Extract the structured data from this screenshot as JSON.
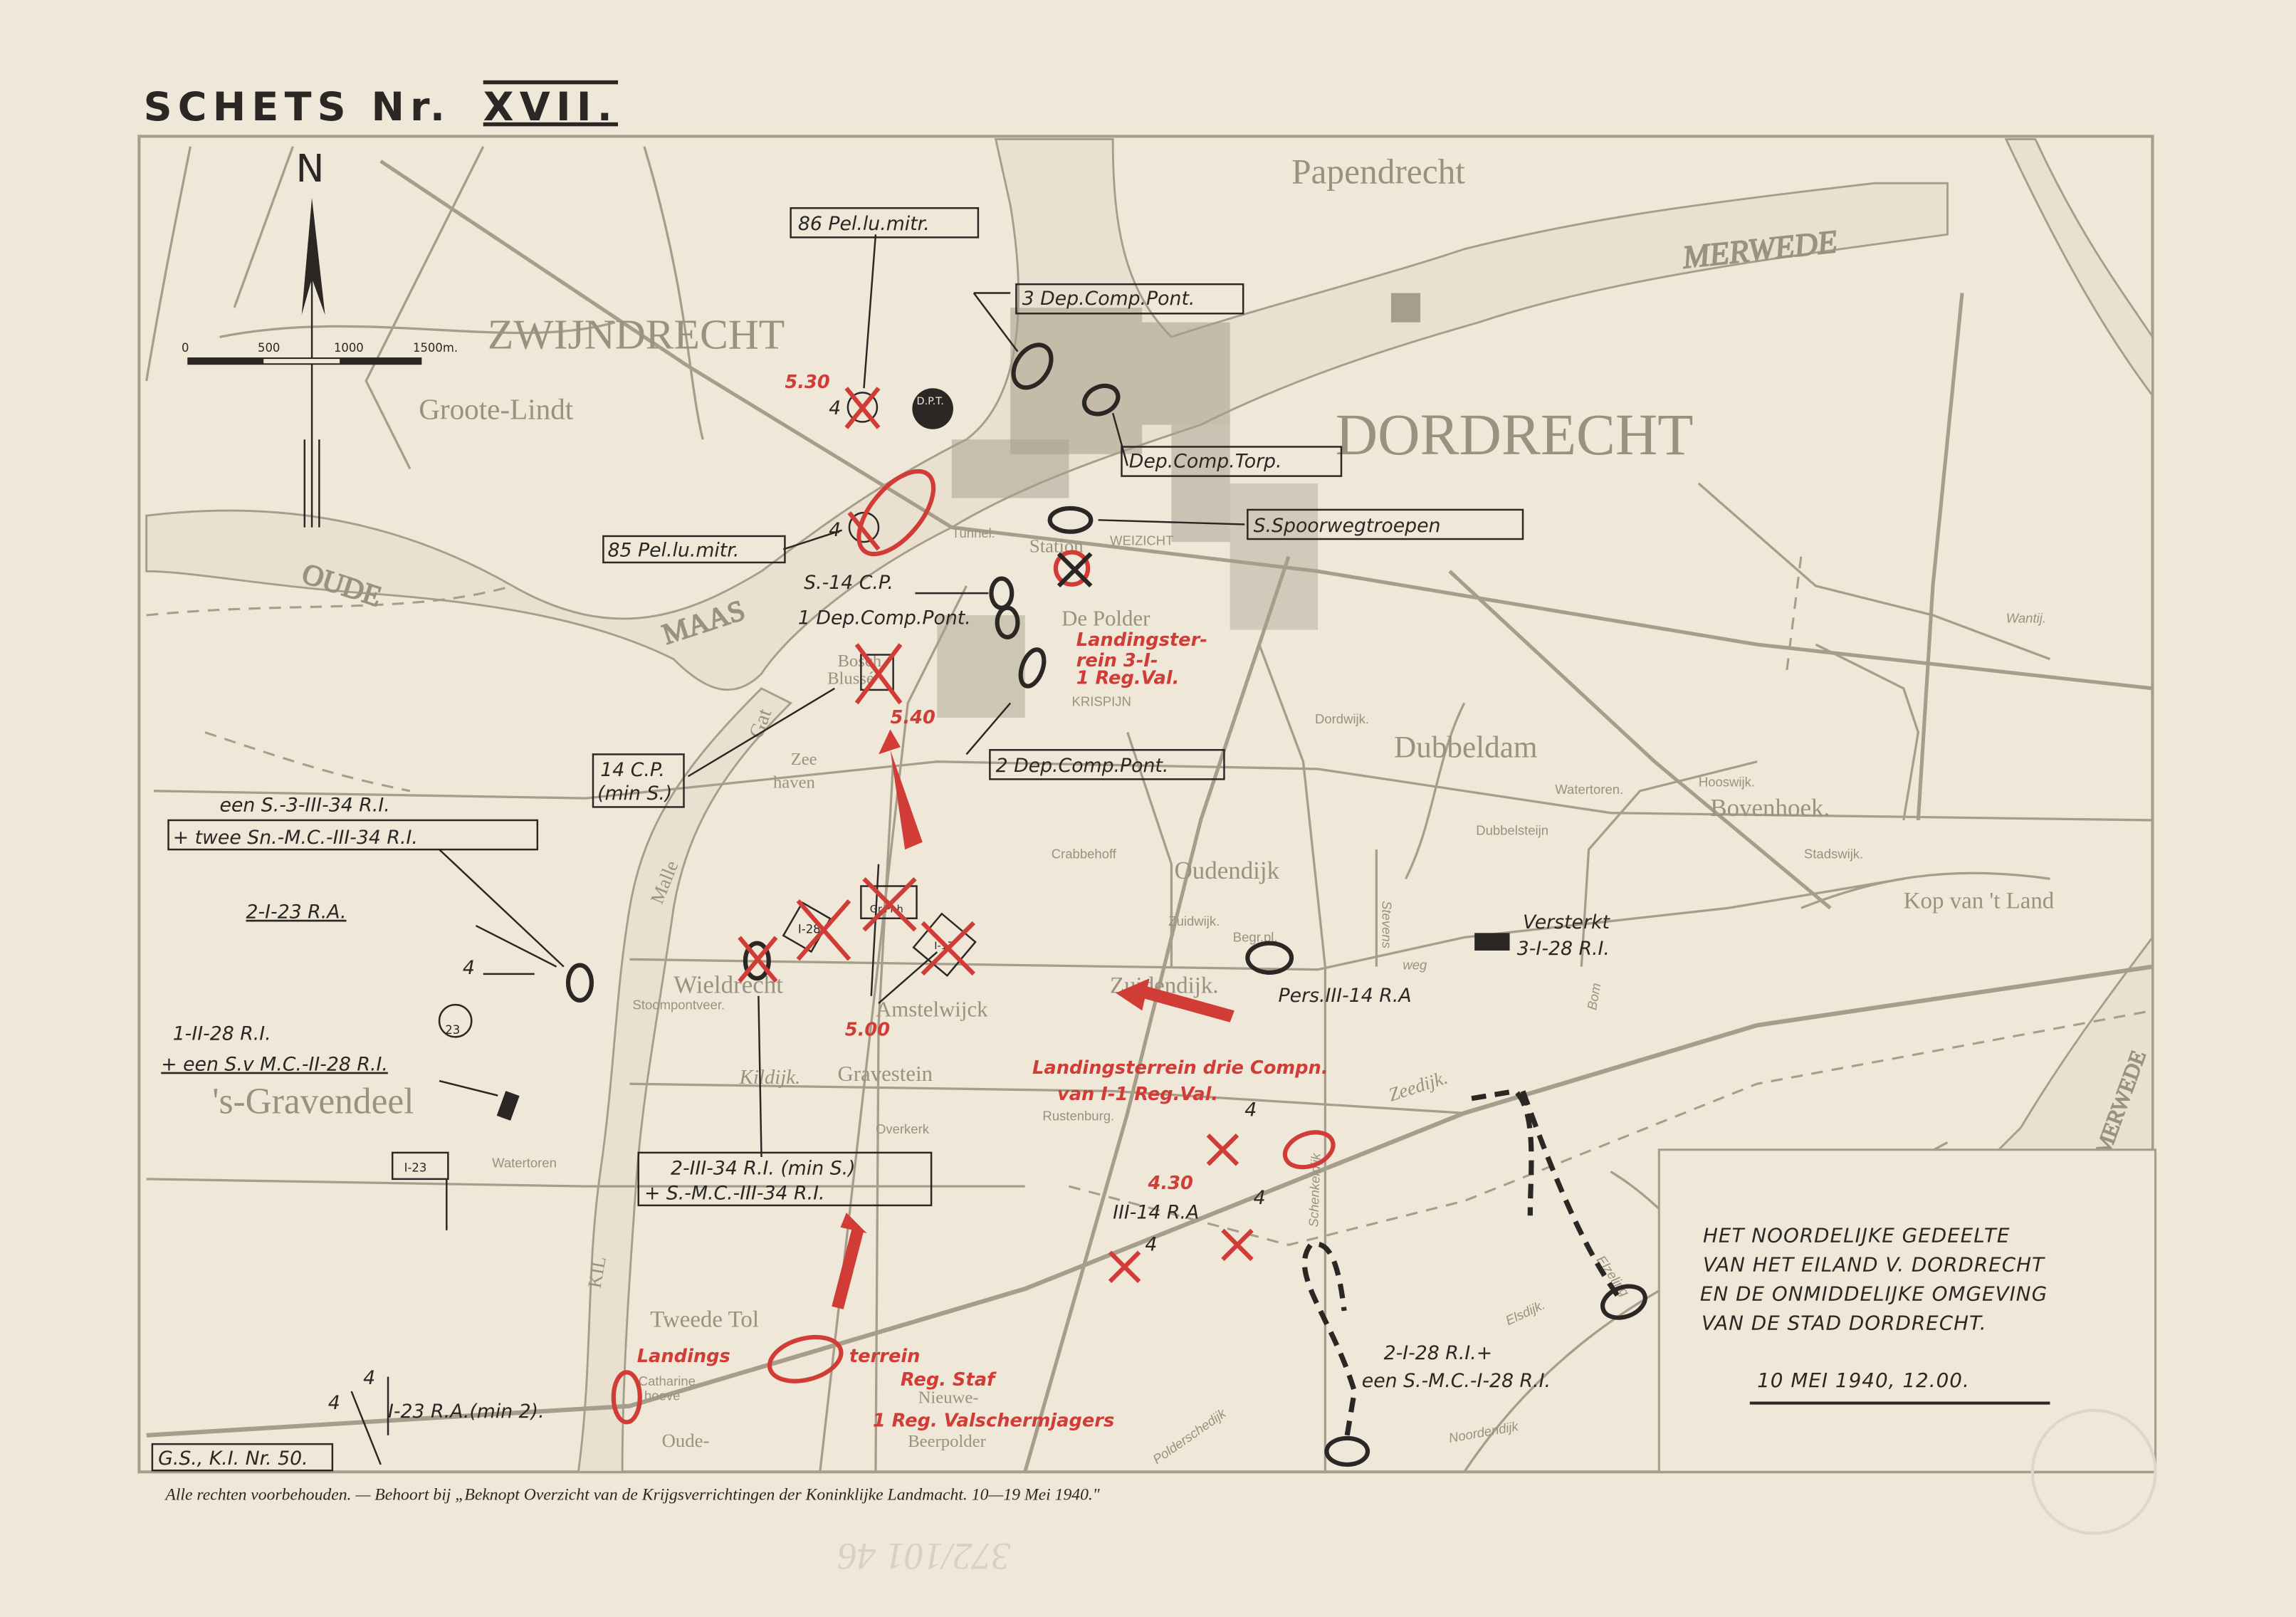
{
  "header": {
    "title": "SCHETS Nr.",
    "number": "XVII."
  },
  "compass": {
    "north": "N"
  },
  "scale": {
    "ticks": [
      "0",
      "500",
      "1000",
      "1500m."
    ]
  },
  "places": {
    "papendrecht": "Papendrecht",
    "merwede_top": "MERWEDE",
    "zwijndrecht": "ZWIJNDRECHT",
    "groote_lindt": "Groote-Lindt",
    "dordrecht": "DORDRECHT",
    "oude": "OUDE",
    "maas": "MAAS",
    "gat": "Gat",
    "tunnel": "Tunnel.",
    "station": "Station",
    "weizicht": "WEIZICHT",
    "de_polder": "De Polder",
    "bosch": "Bosch",
    "blusse": "Blussé",
    "krispijn": "KRISPIJN",
    "zee": "Zee",
    "haven": "haven",
    "dordwijk": "Dordwijk.",
    "dubbeldam": "Dubbeldam",
    "watertoren_e": "Watertoren.",
    "hooswijk": "Hooswijk.",
    "bovenhoek": "Bovenhoek.",
    "dubbelsteijn": "Dubbelsteijn",
    "stadswijk": "Stadswijk.",
    "kop_van_t_land": "Kop van 't Land",
    "wantij": "Wantij.",
    "crabbehoff": "Crabbehoff",
    "oudendijk": "Oudendijk",
    "zuidwijk": "Zuidwijk.",
    "begrpl": "Begr.pl.",
    "stevens": "Stevens",
    "weg": "weg",
    "bom": "Bom",
    "zuidendijk": "Zuidendijk.",
    "wieldrecht": "Wieldrecht",
    "stoompontveer": "Stoompontveer.",
    "amstelwijck": "Amstelwijck",
    "kildijk": "Kildijk.",
    "gravestein": "Gravestein",
    "overkerk": "Overkerk",
    "rustenburg": "Rustenburg.",
    "s_gravendeel": "'s-Gravendeel",
    "watertoren_w": "Watertoren",
    "zeedijk": "Zeedijk.",
    "scheldeldijk": "Schenkeldijk",
    "tweede_tol": "Tweede Tol",
    "catharine": "Catharine",
    "hoeve": "hoeve",
    "nieuwe": "Nieuwe-",
    "beerpolder": "Beerpolder",
    "oude_w": "Oude-",
    "malle": "Malle",
    "kil": "KIL",
    "elsdijk": "Elsdijk.",
    "elzeling": "Elzeling",
    "noordendijk": "Noordendijk",
    "polderschedijk": "Polderschedijk",
    "merwede_right": "MERWEDE"
  },
  "units": {
    "pel86": "86 Pel.lu.mitr.",
    "dep3": "3 Dep.Comp.Pont.",
    "dpt": "D.P.T.",
    "torp": "Dep.Comp.Torp.",
    "spoor": "S.Spoorwegtroepen",
    "pel85": "85 Pel.lu.mitr.",
    "s14cp": "S.-14 C.P.",
    "dep1": "1 Dep.Comp.Pont.",
    "cp14_a": "14 C.P.",
    "cp14_b": "(min S.)",
    "dep2": "2 Dep.Comp.Pont.",
    "een_s3_a": "een S.-3-III-34 R.I.",
    "een_s3_b": "+ twee Sn.-M.C.-III-34 R.I.",
    "ra2_i_23": "2-I-23 R.A.",
    "ri1_ii_28_a": "1-II-28 R.I.",
    "ri1_ii_28_b": "+ een S.v M.C.-II-28 R.I.",
    "i28": "I-28",
    "grprh": "Gr.Pr.h",
    "i17": "I-17",
    "n23": "23",
    "i23": "I-23",
    "pers": "Pers.III-14 R.A",
    "versterkt_a": "Versterkt",
    "versterkt_b": "3-I-28 R.I.",
    "ri2_iii_34_a": "2-III-34 R.I. (min S.)",
    "ri2_iii_34_b": "+ S.-M.C.-III-34 R.I.",
    "ra_iii_14": "III-14 R.A",
    "ri2_i_28_a": "2-I-28 R.I.+",
    "ri2_i_28_b": "een S.-M.C.-I-28 R.I.",
    "ra_i_23": "I-23 R.A.(min 2).",
    "four": "4",
    "ref": "G.S., K.I. Nr. 50."
  },
  "red_labels": {
    "t530": "5.30",
    "t540": "5.40",
    "t500": "5.00",
    "t430": "4.30",
    "land3_a": "Landingster-",
    "land3_b": "rein 3-I-",
    "land3_c": "1 Reg.Val.",
    "drie_a": "Landingsterrein drie Compn.",
    "drie_b": "van I-1 Reg.Val.",
    "landings": "Landings",
    "terrein": "terrein",
    "regstaf": "Reg. Staf",
    "valscherm": "1 Reg. Valschermjagers"
  },
  "legend": {
    "lines": [
      "HET NOORDELIJKE GEDEELTE",
      "VAN HET EILAND V. DORDRECHT",
      "EN DE ONMIDDELIJKE OMGEVING",
      "VAN DE STAD DORDRECHT."
    ],
    "date": "10 MEI 1940, 12.00."
  },
  "footer": {
    "caption": "Alle rechten voorbehouden. — Behoort bij „Beknopt Overzicht van de Krijgsverrichtingen der Koninklijke Landmacht. 10—19 Mei 1940.\"",
    "pencil": "372/101 46"
  },
  "colors": {
    "paper": "#efe7d8",
    "map_grey": "#a69e8b",
    "ink": "#2b2724",
    "red": "#d23c36"
  }
}
